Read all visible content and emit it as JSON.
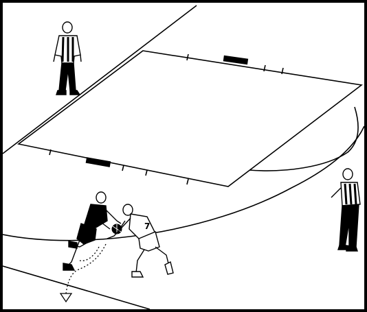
{
  "illustration": {
    "subject": "basketball-court-situation",
    "style": "black-ink-line-drawing",
    "background_color": "#ffffff",
    "ink_color": "#000000",
    "jersey_numbers": {
      "defender": "7"
    },
    "figures": [
      "referee-lead",
      "referee-trail",
      "player-dark-jersey",
      "player-light-jersey"
    ]
  }
}
